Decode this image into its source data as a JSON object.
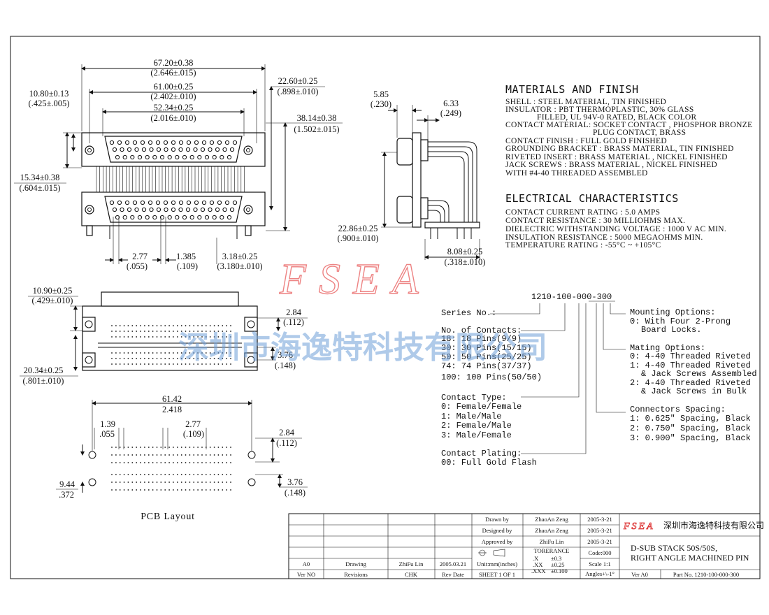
{
  "watermark": {
    "logo": "FSEA",
    "company_cn": "深圳市海逸特科技有限公司"
  },
  "front_view": {
    "dims": {
      "overall_w": "67.20±0.38",
      "overall_w_in": "(2.646±.015)",
      "flange_w": "61.00±0.25",
      "flange_w_in": "(2.402±.010)",
      "shell_w": "52.34±0.25",
      "shell_w_in": "(2.016±.010)",
      "left_off": "10.80±0.13",
      "left_off_in": "(.425±.005)",
      "height": "15.34±0.38",
      "height_in": "(.604±.015)",
      "right_h1": "22.60±0.25",
      "right_h1_in": "(.898±.010)",
      "right_h2": "38.14±0.38",
      "right_h2_in": "(1.502±.015)",
      "pitch": "2.77",
      "pitch_in": "(.055)",
      "half_pitch": "1.385",
      "half_pitch_in": "(.109)",
      "edge": "3.18±0.25",
      "edge_in": "(3.180±.010)"
    }
  },
  "side_view": {
    "dims": {
      "a": "5.85",
      "a_in": "(.230)",
      "b": "6.33",
      "b_in": "(.249)",
      "c": "22.86±0.25",
      "c_in": "(.900±.010)",
      "d": "8.08±0.25",
      "d_in": "(.318±.010)"
    }
  },
  "bottom_view": {
    "dims": {
      "a": "10.90±0.25",
      "a_in": "(.429±.010)",
      "b": "2.84",
      "b_in": "(.112)",
      "c": "3.76",
      "c_in": "(.148)",
      "d": "20.34±0.25",
      "d_in": "(.801±.010)"
    }
  },
  "pcb": {
    "title": "PCB Layout",
    "dims": {
      "w": "61.42",
      "w_in": "2.418",
      "p1": "1.39",
      "p1_in": ".055",
      "p2": "2.77",
      "p2_in": "(.109)",
      "r1": "2.84",
      "r1_in": "(.112)",
      "l1": "9.44",
      "l1_in": ".372",
      "r2": "3.76",
      "r2_in": "(.148)"
    }
  },
  "materials": {
    "heading": "MATERIALS AND FINISH",
    "lines": [
      "SHELL : STEEL MATERIAL, TIN FINISHED",
      "INSULATOR : PBT THERMOPLASTIC, 30% GLASS",
      "FILLED, UL 94V-0 RATED, BLACK COLOR",
      "CONTACT MATERIAL: SOCKET CONTACT , PHOSPHOR BRONZE",
      "PLUG CONTACT, BRASS",
      "CONTACT FINISH : FULL GOLD FINISHED",
      "GROUNDING BRACKET : BRASS MATERIAL, TIN FINISHED",
      "RIVETED INSERT : BRASS MATERIAL , NICKEL FINISHED",
      "JACK SCREWS : BRASS MATERIAL , NICKEL FINISHED",
      "WITH #4-40 THREADED ASSEMBLED"
    ]
  },
  "electrical": {
    "heading": "ELECTRICAL CHARACTERISTICS",
    "lines": [
      "CONTACT CURRENT RATING : 5.0 AMPS",
      "CONTACT RESISTANCE : 30 MILLIOHMS MAX.",
      "DIELECTRIC WITHSTANDING VOLTAGE : 1000 V AC MIN.",
      "INSULATION RESISTANCE : 5000 MEGAOHMS MIN.",
      "TEMPERATURE RATING : -55°C ~ +105°C"
    ]
  },
  "part_number": {
    "code": "1210-100-000-300",
    "series": "Series No.:",
    "contacts": [
      "No. of Contacts:",
      "18: 18 Pins(9/9)",
      "30: 30 Pins(15/15)",
      "50: 50 Pins(25/25)",
      "74: 74 Pins(37/37)",
      "100: 100 Pins(50/50)"
    ],
    "contact_type": [
      "Contact Type:",
      "0: Female/Female",
      "1: Male/Male",
      "2: Female/Male",
      "3: Male/Female"
    ],
    "plating": [
      "Contact Plating:",
      "00: Full Gold Flash"
    ],
    "mounting": [
      "Mounting Options:",
      "0: With Four 2-Prong",
      "Board Locks."
    ],
    "mating": [
      "Mating Options:",
      "0: 4-40 Threaded Riveted",
      "1: 4-40 Threaded Riveted",
      "& Jack Screws Assembled",
      "2: 4-40 Threaded Riveted",
      "& Jack Screws in Bulk"
    ],
    "spacing": [
      "Connectors Spacing:",
      "1: 0.625\" Spacing, Black",
      "2: 0.750\" Spacing, Black",
      "3: 0.900\" Spacing, Black"
    ]
  },
  "title_block": {
    "drawn_label": "Drawn by",
    "drawn_name": "ZhaoAn Zeng",
    "drawn_date": "2005-3-21",
    "designed_label": "Designed by",
    "designed_name": "ZhaoAn Zeng",
    "designed_date": "2005-3-21",
    "approved_label": "Approved by",
    "approved_name": "ZhiFu Lin",
    "approved_date": "2005-3-21",
    "tolerance_label": "TORERANCE",
    "code": "Code:000",
    "tol_x": ".X",
    "tol_x_v": "±0.3",
    "tol_xx": ".XX",
    "tol_xx_v": "±0.25",
    "tol_xxx": ".XXX",
    "tol_xxx_v": "±0.100",
    "scale": "Scale 1:1",
    "angles": "Angles+\\-1°",
    "units": "Unit:mm(inches)",
    "sheet": "SHEET 1 OF 1",
    "rev_a0": "A0",
    "rev_drawing": "Drawing",
    "rev_chk_name": "ZhiFu Lin",
    "rev_date": "2005.03.21",
    "hdr_ver": "Ver NO",
    "hdr_rev": "Revisions",
    "hdr_chk": "CHK",
    "hdr_date": "Rev Date",
    "logo": "FSEA",
    "company": "深圳市海逸特科技有限公司",
    "title1": "D-SUB STACK 50S/50S,",
    "title2": "RIGHT ANGLE MACHINED PIN",
    "ver": "Ver A0",
    "part": "Part No. 1210-100-000-300"
  }
}
